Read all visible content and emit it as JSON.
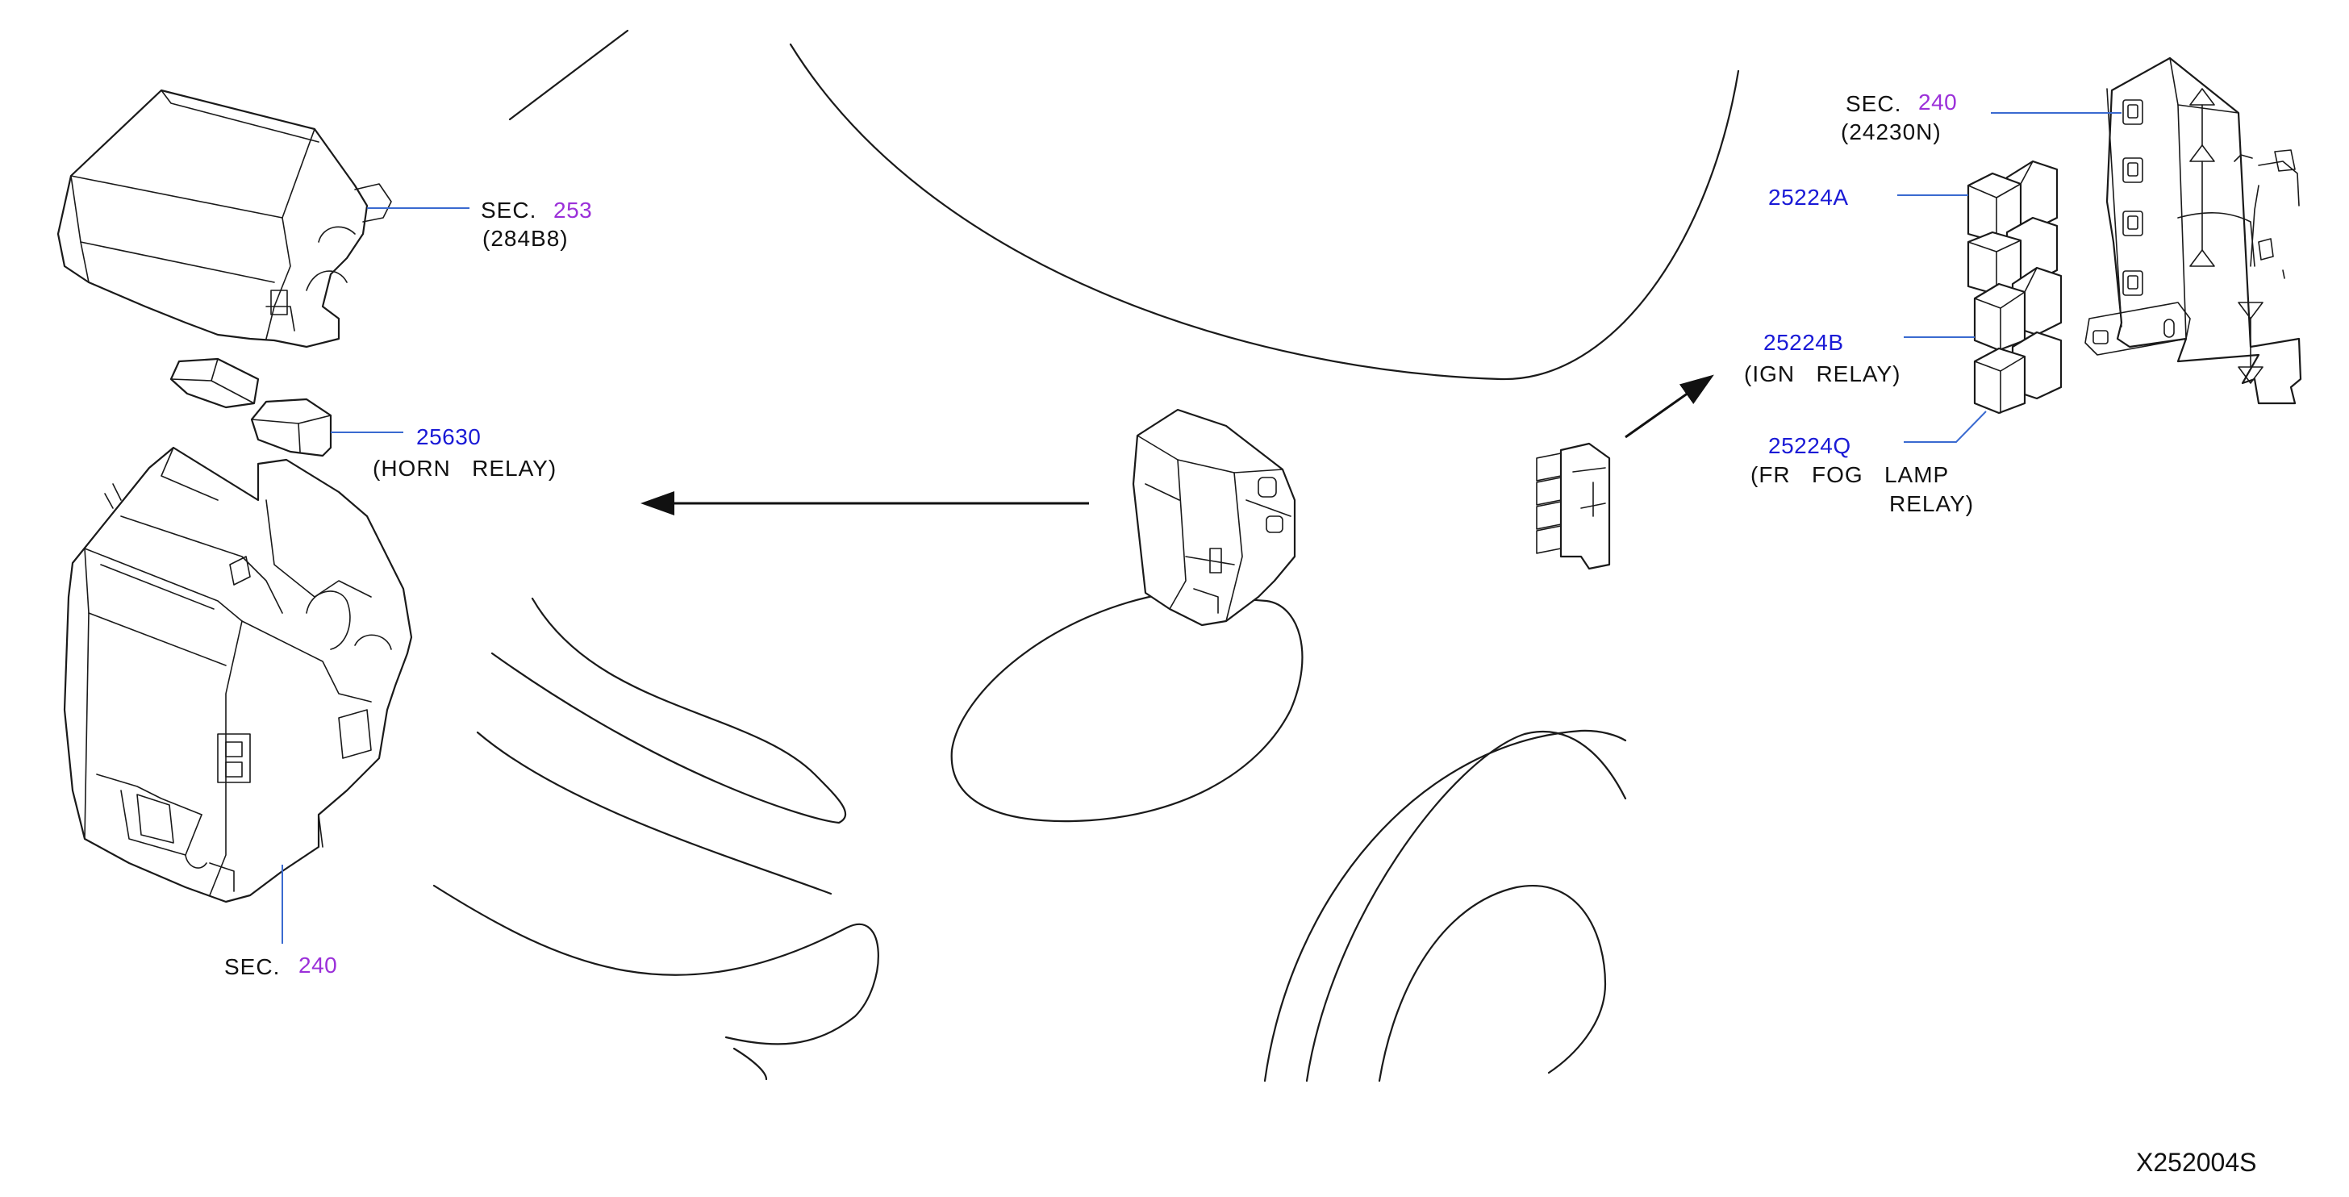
{
  "colors": {
    "part_number": "#1a1ad6",
    "section_number": "#9b30d9",
    "leader": "#3a6ad0",
    "line": "#1a1a1a"
  },
  "callouts": {
    "sec253": {
      "prefix": "SEC.",
      "number": "253",
      "note": "(284B8)"
    },
    "horn": {
      "number": "25630",
      "note": "(HORN   RELAY)"
    },
    "sec240_left": {
      "prefix": "SEC.",
      "number": "240"
    },
    "sec240_right": {
      "prefix": "SEC.",
      "number": "240",
      "note": "(24230N)"
    },
    "r25224a": {
      "number": "25224A"
    },
    "r25224b": {
      "number": "25224B",
      "note": "(IGN   RELAY)"
    },
    "r25224q": {
      "number": "25224Q",
      "note_line1": "(FR   FOG   LAMP",
      "note_line2": "RELAY)"
    }
  },
  "diagram_code": "X252004S"
}
